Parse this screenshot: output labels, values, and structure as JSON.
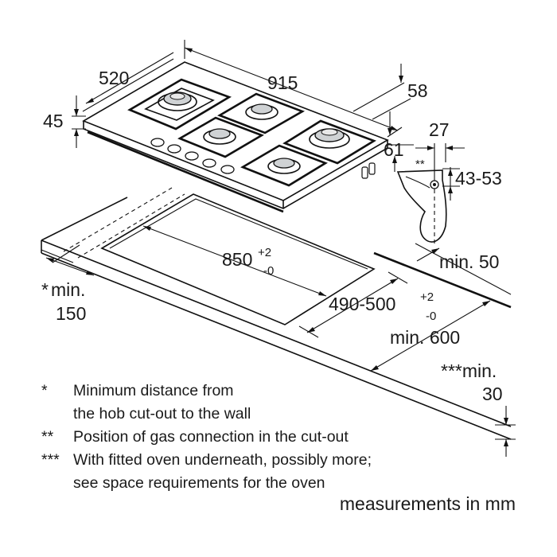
{
  "dimensions": {
    "hob_width": "915",
    "hob_depth": "520",
    "hob_height": "45",
    "rear_offset": "58",
    "side_offset": "61",
    "gas_conn_x": "27",
    "gas_conn_marker": "**",
    "gas_conn_height": "43-53",
    "cutout_width": "850",
    "cutout_width_tol_plus": "+2",
    "cutout_width_tol_minus": "-0",
    "cutout_depth": "490-500",
    "cutout_depth_tol_plus": "+2",
    "cutout_depth_tol_minus": "-0",
    "min_back": "min. 50",
    "min_side_marker": "*",
    "min_side_label": "min.",
    "min_side_value": "150",
    "min_worktop_depth": "min. 600",
    "min_thickness_label": "***min.",
    "min_thickness_value": "30"
  },
  "notes": [
    {
      "marker": "*",
      "lines": [
        "Minimum distance from",
        "the hob cut-out to the wall"
      ]
    },
    {
      "marker": "**",
      "lines": [
        "Position of gas connection in the cut-out"
      ]
    },
    {
      "marker": "***",
      "lines": [
        "With fitted oven underneath, possibly more;",
        "see space requirements for the oven"
      ]
    }
  ],
  "units": "measurements in mm"
}
